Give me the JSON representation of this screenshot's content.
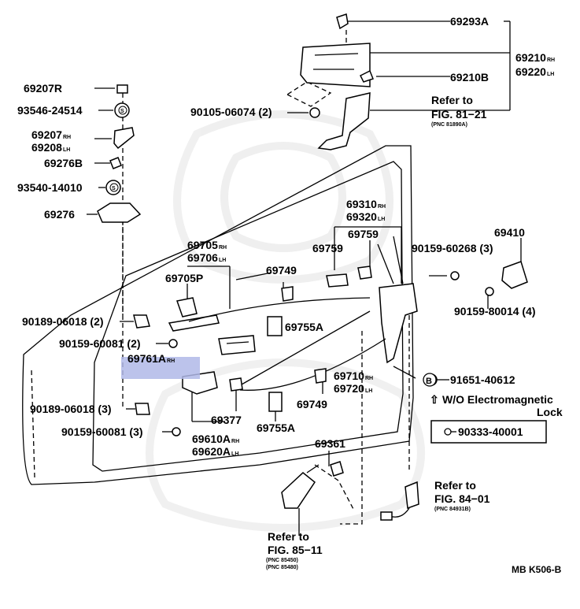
{
  "highlight_color": "#b0b8e8",
  "labels": {
    "p69293A": "69293A",
    "p69210": "69210",
    "p69220": "69220",
    "rh": "RH",
    "lh": "LH",
    "p69210B": "69210B",
    "p69207R": "69207R",
    "p93546": "93546-24514",
    "p90105": "90105-06074 (2)",
    "refer1": "Refer to",
    "fig8121": "FIG. 81−21",
    "pnc81": "(PNC 81890A)",
    "p69207": "69207",
    "p69208": "69208",
    "p69276B": "69276B",
    "p93540": "93540-14010",
    "p69276": "69276",
    "p69310": "69310",
    "p69320": "69320",
    "p69759a": "69759",
    "p69759b": "69759",
    "p69410": "69410",
    "p90159_60268": "90159-60268 (3)",
    "p90159_80014": "90159-80014 (4)",
    "p69705": "69705",
    "p69706": "69706",
    "p69705P": "69705P",
    "p69749a": "69749",
    "p90189a": "90189-06018 (2)",
    "p69755Aa": "69755A",
    "p90159_60081a": "90159-60081 (2)",
    "p69761A": "69761A",
    "p69710": "69710",
    "p69720": "69720",
    "p91651": "91651-40612",
    "circle_b": "B",
    "wo_em": "W/O Electromagnetic",
    "lock": "Lock",
    "p90333": "90333-40001",
    "p90189b": "90189-06018 (3)",
    "p69749b": "69749",
    "p69377": "69377",
    "p90159_60081b": "90159-60081 (3)",
    "p69755Ab": "69755A",
    "p69610A": "69610A",
    "p69620A": "69620A",
    "p69361": "69361",
    "refer2": "Refer to",
    "fig8401": "FIG. 84−01",
    "pnc84": "(PNC 84931B)",
    "refer3": "Refer to",
    "fig8511": "FIG. 85−11",
    "pnc85a": "(PNC 85450)",
    "pnc85b": "(PNC 85480)",
    "code": "MB K506-B",
    "circle_s": "S"
  }
}
